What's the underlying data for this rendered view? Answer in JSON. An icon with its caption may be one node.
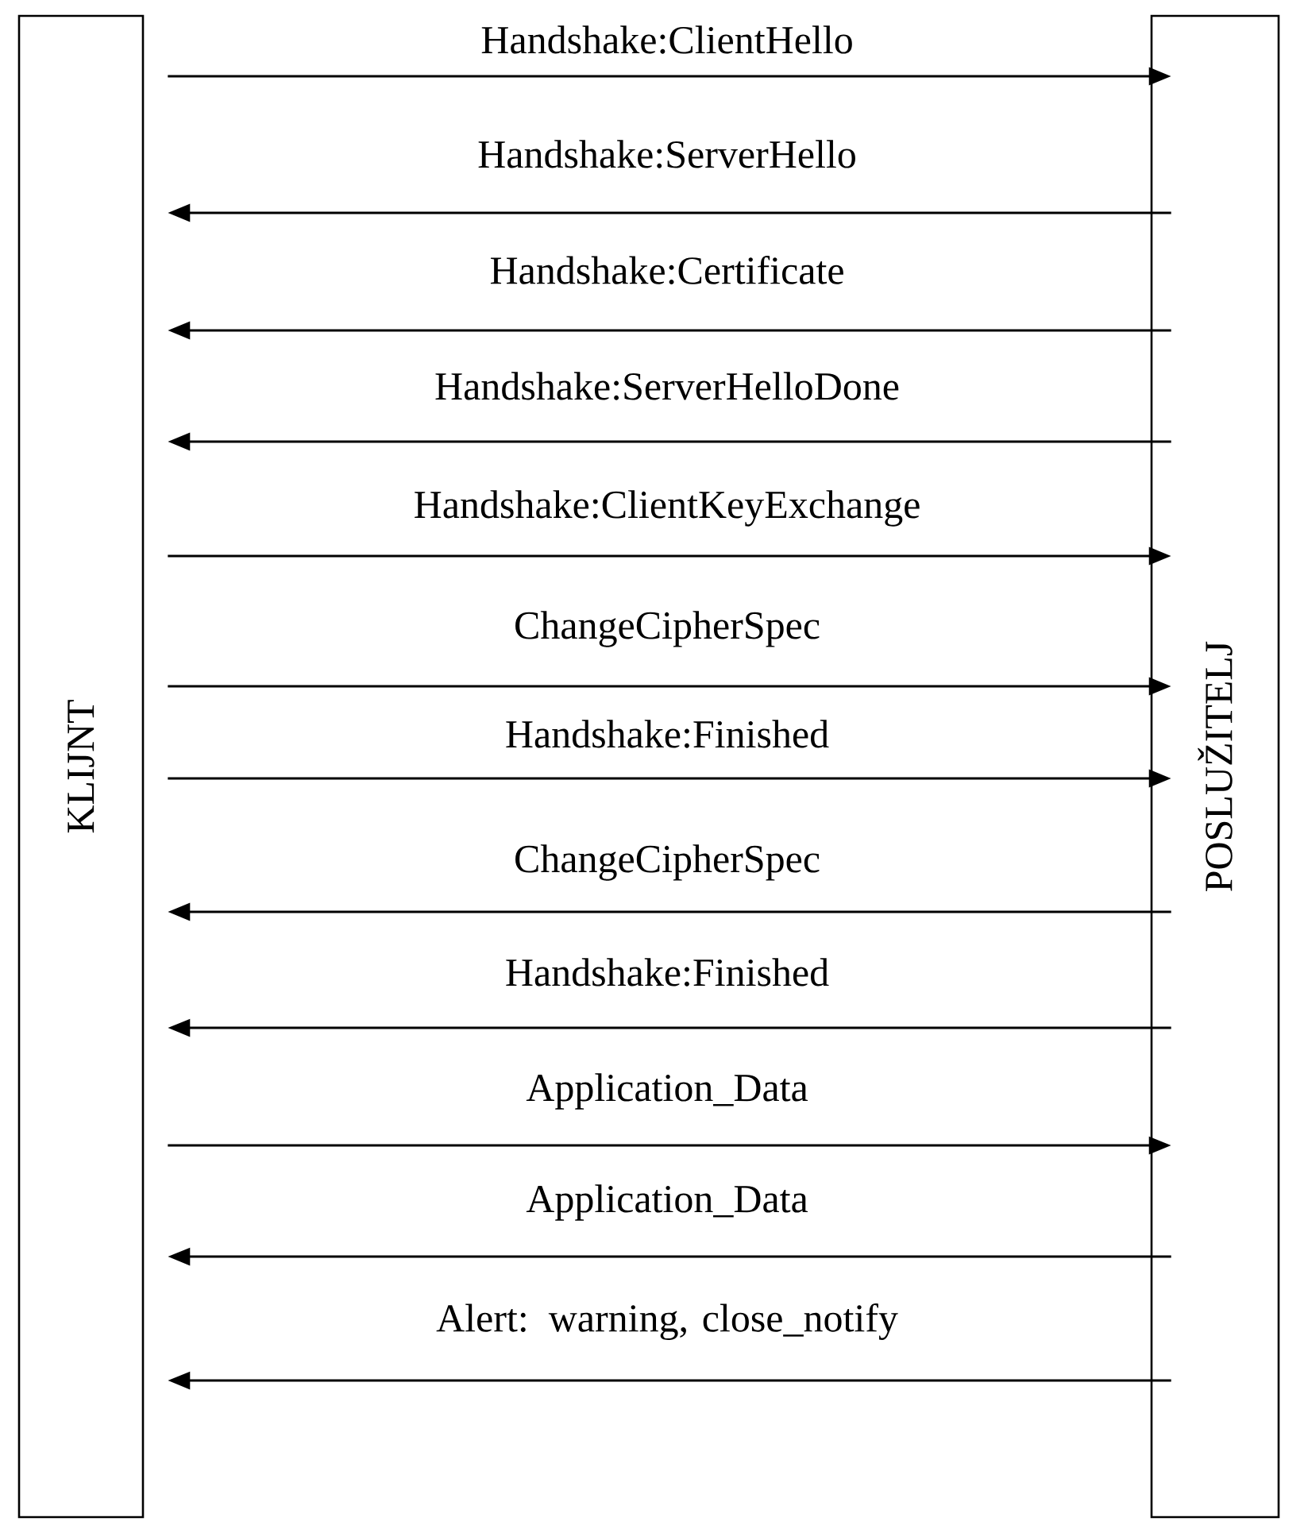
{
  "diagram": {
    "nodes": [
      {
        "text": [
          "KLIJNT"
        ]
      },
      {
        "text": [
          "POSLUŽITELJ"
        ]
      }
    ],
    "edges": [
      {
        "from": 0,
        "to": 1,
        "arrow": "to",
        "label": "Handshake:ClientHello"
      },
      {
        "from": 1,
        "to": 0,
        "arrow": "to",
        "label": "Handshake:ServerHello"
      },
      {
        "from": 1,
        "to": 0,
        "arrow": "to",
        "label": "Handshake:Certificate"
      },
      {
        "from": 1,
        "to": 0,
        "arrow": "to",
        "label": "Handshake:ServerHelloDone"
      },
      {
        "from": 0,
        "to": 1,
        "arrow": "to",
        "label": "Handshake:ClientKeyExchange"
      },
      {
        "from": 0,
        "to": 1,
        "arrow": "to",
        "label": "ChangeCipherSpec"
      },
      {
        "from": 0,
        "to": 1,
        "arrow": "to",
        "label": "Handshake:Finished"
      },
      {
        "from": 1,
        "to": 0,
        "arrow": "to",
        "label": "ChangeCipherSpec"
      },
      {
        "from": 1,
        "to": 0,
        "arrow": "to",
        "label": "Handshake:Finished"
      },
      {
        "from": 0,
        "to": 1,
        "arrow": "to",
        "label": "Application_Data"
      },
      {
        "from": 1,
        "to": 0,
        "arrow": "to",
        "label": "Application_Data"
      },
      {
        "from": 1,
        "to": 0,
        "arrow": "to",
        "label": "Alert: warning, close_notify"
      }
    ]
  }
}
